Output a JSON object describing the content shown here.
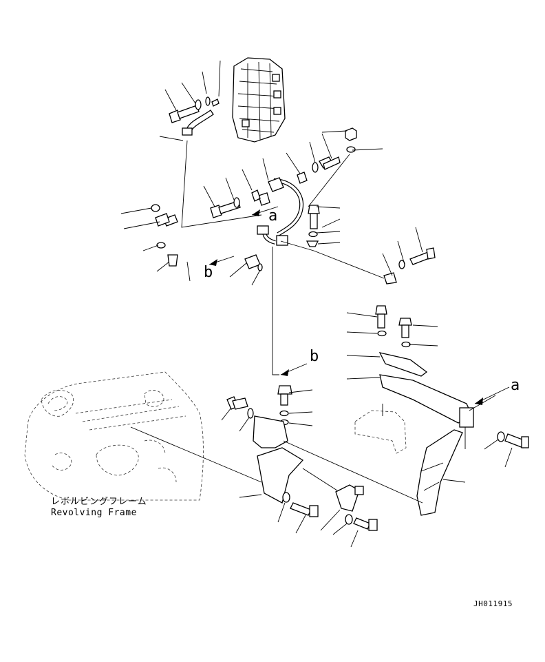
{
  "callouts": {
    "a_top": "a",
    "b_left": "b",
    "b_mid": "b",
    "a_right": "a"
  },
  "frame_label": {
    "jp": "レボルビングフレーム",
    "en": "Revolving Frame"
  },
  "drawing_code": "JH011915"
}
